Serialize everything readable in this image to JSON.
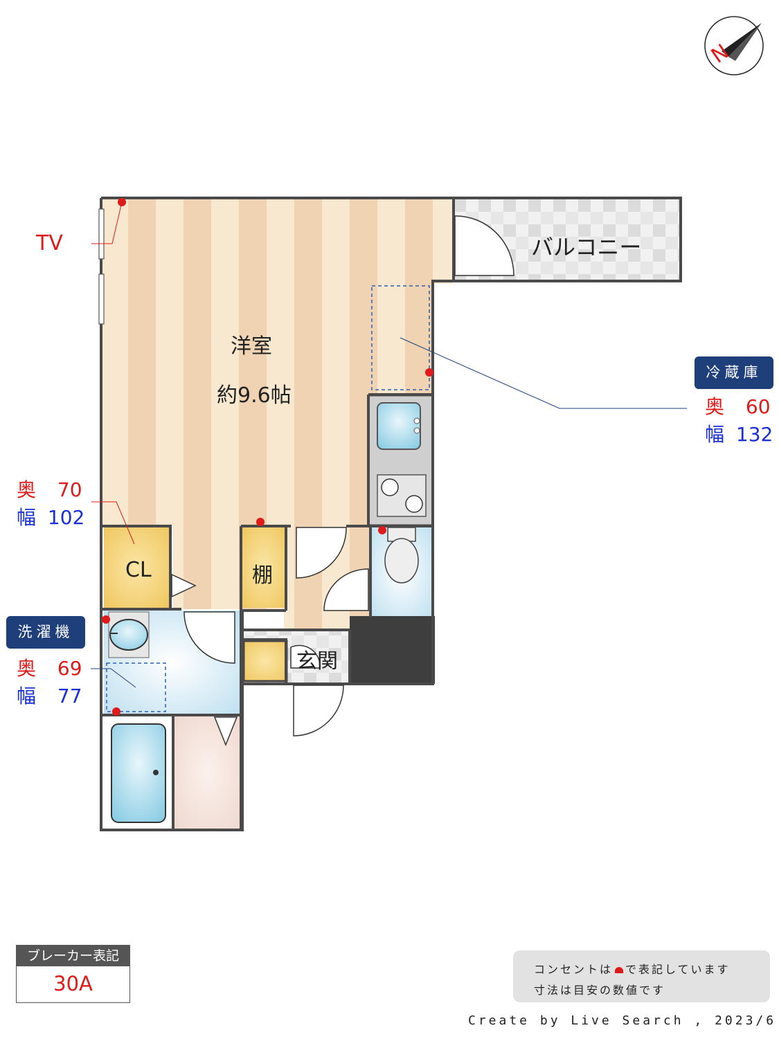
{
  "rooms": {
    "western_room_name": "洋室",
    "western_room_size": "約9.6帖",
    "balcony": "バルコニー",
    "closet": "CL",
    "shelf": "棚",
    "entrance": "玄関"
  },
  "outlet_labels": {
    "tv": "TV"
  },
  "closet_dims": {
    "depth_label": "奥",
    "depth_value": "70",
    "width_label": "幅",
    "width_value": "102"
  },
  "fridge": {
    "title": "冷蔵庫",
    "depth_label": "奥",
    "depth_value": "60",
    "width_label": "幅",
    "width_value": "132"
  },
  "washer": {
    "title": "洗濯機",
    "depth_label": "奥",
    "depth_value": "69",
    "width_label": "幅",
    "width_value": "77"
  },
  "breaker": {
    "heading": "ブレーカー表記",
    "value": "30A"
  },
  "notes": {
    "line1_before": "コンセントは",
    "line1_after": "で表記しています",
    "line2": "寸法は目安の数値です"
  },
  "compass": {
    "letter": "N"
  },
  "credit": "Create by Live Search , 2023/6",
  "colors": {
    "wall": "#4a4a4a",
    "floor_light": "#f6e7cc",
    "floor_dark": "#efd4b4",
    "wet_area": "#d8ecf6",
    "closet": "#f2cf6e",
    "outlet": "#e01a1a",
    "badge": "#1f3f7a",
    "depth_red": "#e01a1a",
    "width_blue": "#1a2fd6"
  }
}
